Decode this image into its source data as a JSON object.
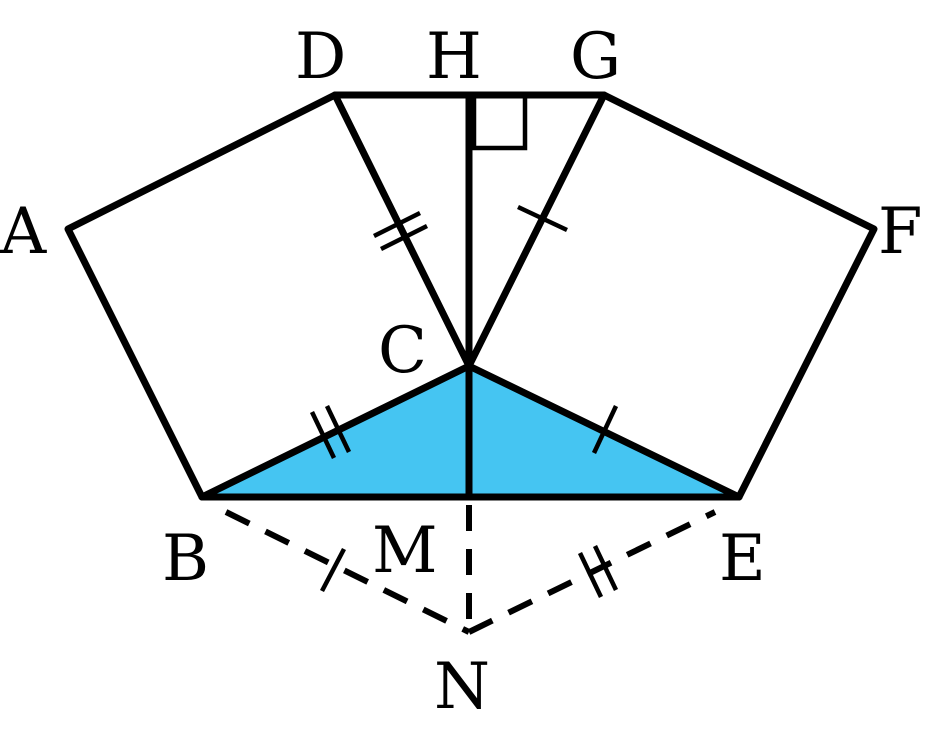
{
  "points": {
    "A": "A",
    "B": "B",
    "C": "C",
    "D": "D",
    "E": "E",
    "F": "F",
    "G": "G",
    "H": "H",
    "M": "M",
    "N": "N"
  },
  "colors": {
    "triangle_fill": "#45c5f2",
    "stroke": "#000000",
    "background": "#ffffff"
  }
}
